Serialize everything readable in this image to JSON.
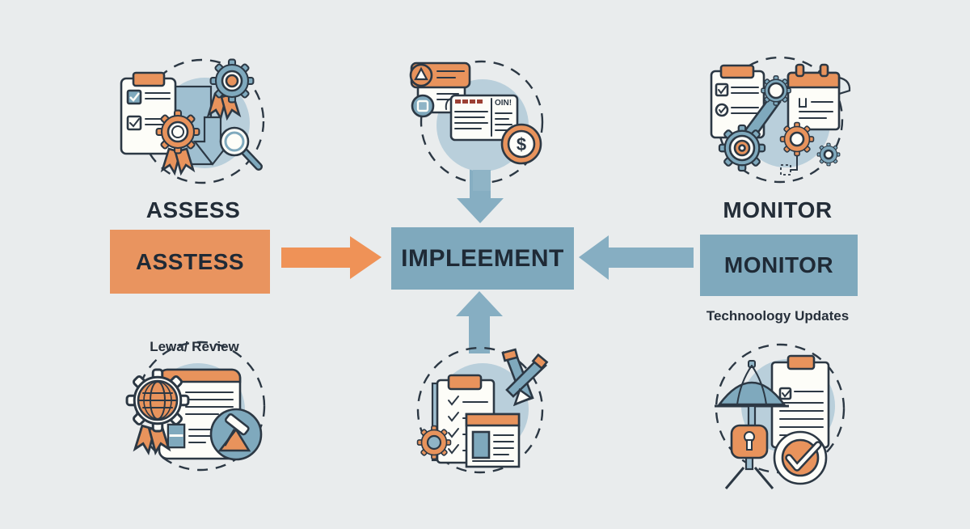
{
  "title": "Assess Implement Monitor process diagram",
  "palette": {
    "background": "#e9eced",
    "orange": "#e8935c",
    "orange_arrow": "#ef9257",
    "blue": "#7fa9bd",
    "blue_arrow": "#86aec2",
    "blob_blue": "#b9cfdb",
    "outline_dark": "#2c3844",
    "text_dark": "#232d38"
  },
  "nodes": {
    "assess": {
      "heading": "ASSESS",
      "box_label": "ASSTESS"
    },
    "implement": {
      "box_label": "IMPLEEMENT"
    },
    "monitor": {
      "heading": "MONITOR",
      "box_label": "MONITOR",
      "sub_label": "Technoology Updates"
    },
    "legal_review": {
      "label": "Lewa/ Review"
    }
  },
  "icon_glyphs": {
    "browser_text": "OIN!",
    "coin_symbol": "$"
  },
  "icons": [
    {
      "name": "assessment-clipboard-gears-magnifier-icon",
      "position": "top-left"
    },
    {
      "name": "implementation-alert-browser-dollar-icon",
      "position": "top-center"
    },
    {
      "name": "monitoring-clipboard-calendar-gears-icon",
      "position": "top-right"
    },
    {
      "name": "legal-review-gear-globe-document-gavel-icon",
      "position": "bottom-left"
    },
    {
      "name": "implementation-checklist-document-tools-icon",
      "position": "bottom-center"
    },
    {
      "name": "protection-umbrella-lock-checklist-icon",
      "position": "bottom-right"
    }
  ]
}
